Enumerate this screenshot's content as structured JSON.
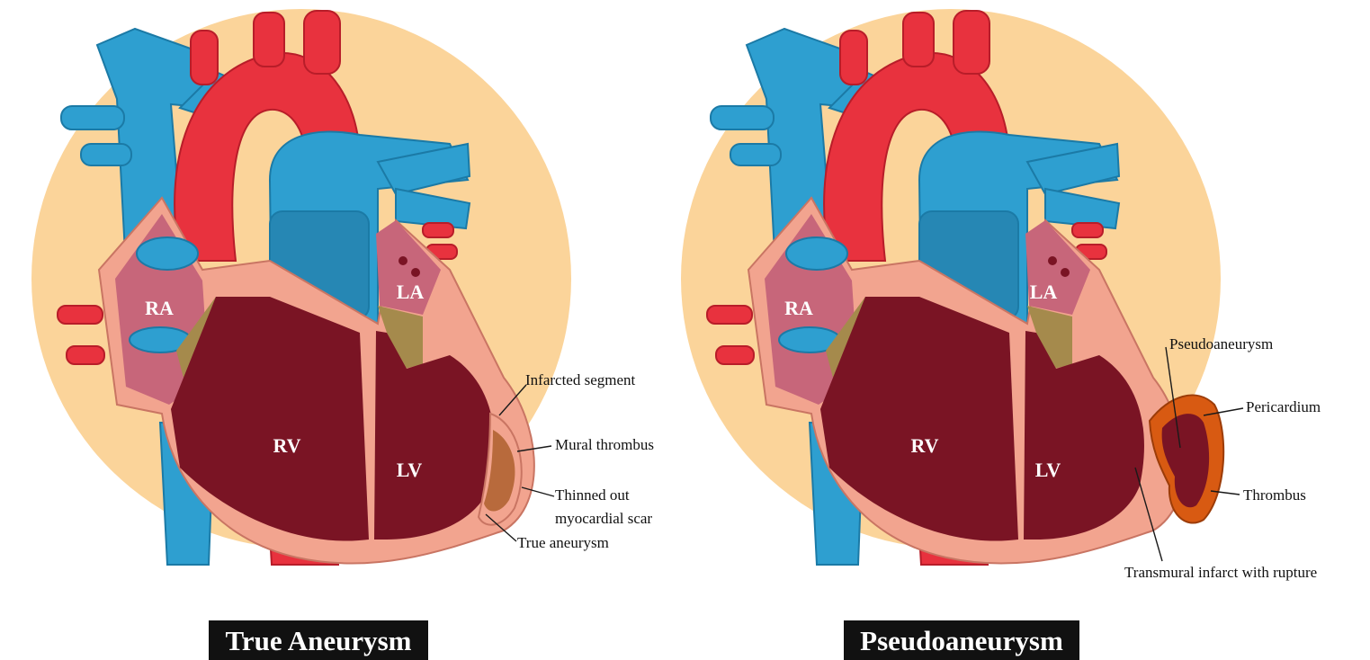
{
  "colors": {
    "halo": "#fbd49a",
    "artery_red": "#e8323e",
    "vein_blue": "#2e9fd0",
    "myocardium_pink": "#f2a48f",
    "chamber_dark": "#7a1424",
    "atrium_pink": "#c7667a",
    "valve_tan": "#a58a4c",
    "thrombus_brown": "#b86a3c",
    "pericardium_orange": "#d85a12",
    "caption_bg": "#111111",
    "caption_text": "#ffffff"
  },
  "panels": [
    {
      "id": "true",
      "caption": "True Aneurysm",
      "chambers": {
        "ra": "RA",
        "la": "LA",
        "rv": "RV",
        "lv": "LV"
      },
      "callouts": [
        {
          "id": "infarcted-segment",
          "text": "Infarcted segment"
        },
        {
          "id": "mural-thrombus",
          "text": "Mural thrombus"
        },
        {
          "id": "thinned-scar-1",
          "text": "Thinned out"
        },
        {
          "id": "thinned-scar-2",
          "text": "myocardial scar"
        },
        {
          "id": "true-aneurysm",
          "text": "True aneurysm"
        }
      ]
    },
    {
      "id": "pseudo",
      "caption": "Pseudoaneurysm",
      "chambers": {
        "ra": "RA",
        "la": "LA",
        "rv": "RV",
        "lv": "LV"
      },
      "callouts": [
        {
          "id": "pseudoaneurysm",
          "text": "Pseudoaneurysm"
        },
        {
          "id": "pericardium",
          "text": "Pericardium"
        },
        {
          "id": "thrombus",
          "text": "Thrombus"
        },
        {
          "id": "transmural-infarct",
          "text": "Transmural infarct with rupture"
        }
      ]
    }
  ]
}
